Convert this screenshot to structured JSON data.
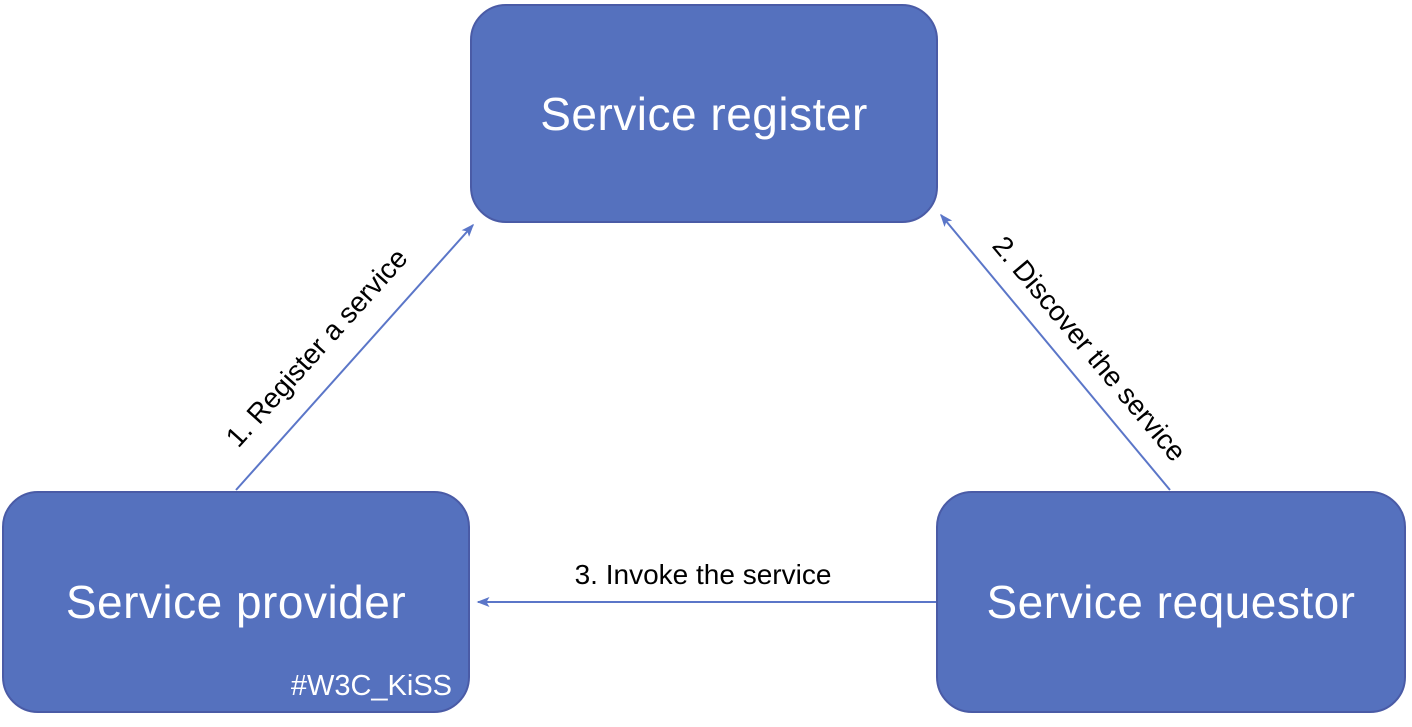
{
  "diagram": {
    "nodes": {
      "register": {
        "label": "Service register"
      },
      "provider": {
        "label": "Service provider",
        "tag": "#W3C_KiSS"
      },
      "requestor": {
        "label": "Service requestor"
      }
    },
    "edges": [
      {
        "label": "1. Register a service",
        "from": "provider",
        "to": "register"
      },
      {
        "label": "2. Discover the service",
        "from": "requestor",
        "to": "register"
      },
      {
        "label": "3. Invoke the service",
        "from": "requestor",
        "to": "provider"
      }
    ],
    "colors": {
      "node_fill": "#5571BE",
      "node_border": "#4A5BA6",
      "node_text": "#FFFFFF",
      "arrow": "#5B76C8",
      "edge_label_text": "#000000",
      "background": "#FFFFFF"
    }
  }
}
